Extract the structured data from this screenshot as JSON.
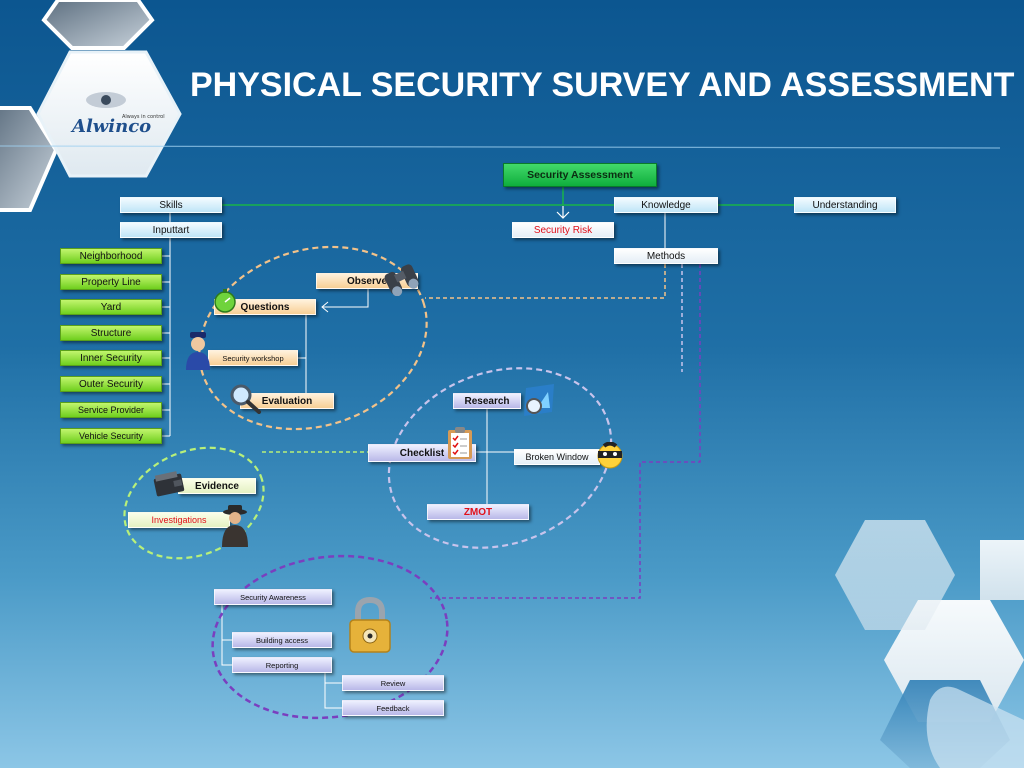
{
  "title": "PHYSICAL SECURITY SURVEY AND ASSESSMENT",
  "logo": {
    "name": "Alwinco",
    "tagline": "Always in control"
  },
  "colors": {
    "accent_green": "#18b846",
    "connector_green": "#19b34a",
    "dash_purple": "#7a3fbf",
    "dash_peach": "#f2c28a",
    "dash_lavender": "#c8c4ec",
    "dash_lightgreen": "#b8f07a"
  },
  "nodes": {
    "security_assessment": "Security Assessment",
    "skills": "Skills",
    "knowledge": "Knowledge",
    "understanding": "Understanding",
    "inputtart": "Inputtart",
    "security_risk": "Security Risk",
    "methods": "Methods",
    "skills_list": [
      "Neighborhood",
      "Property Line",
      "Yard",
      "Structure",
      "Inner Security",
      "Outer Security",
      "Service Provider",
      "Vehicle Security"
    ],
    "observe": "Observe",
    "questions": "Questions",
    "security_workshop": "Security workshop",
    "evaluation": "Evaluation",
    "research": "Research",
    "checklist": "Checklist",
    "broken_window": "Broken Window",
    "zmot": "ZMOT",
    "evidence": "Evidence",
    "investigations": "Investigations",
    "security_awareness": "Security Awareness",
    "building_access": "Building access",
    "reporting": "Reporting",
    "review": "Review",
    "feedback": "Feedback"
  },
  "icons": [
    "binoculars-icon",
    "stopwatch-icon",
    "police-officer-icon",
    "magnifier-icon",
    "chart-magnifier-icon",
    "clipboard-checklist-icon",
    "masked-thief-icon",
    "wallet-icon",
    "detective-icon",
    "padlock-icon"
  ]
}
